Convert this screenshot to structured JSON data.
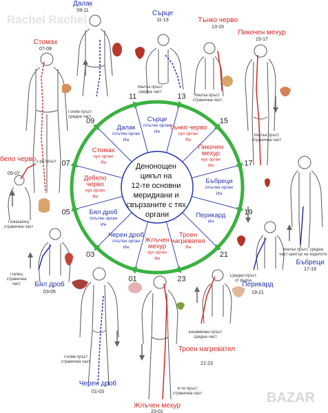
{
  "watermarks": {
    "top_left": "Rachel Rachel",
    "bottom_right": "BAZAR"
  },
  "center_text": [
    "Денонощен",
    "цикъл на",
    "12-те основни",
    "меридиани и",
    "свързаните с тях",
    "органи"
  ],
  "colors": {
    "ring": "#3bb141",
    "yin": "#1f2fb0",
    "yang": "#d62420",
    "body_outline": "#555555",
    "hour_label": "#222222"
  },
  "hours": [
    "01",
    "03",
    "05",
    "07",
    "09",
    "11",
    "13",
    "15",
    "17",
    "19",
    "21",
    "23"
  ],
  "sectors": [
    {
      "name": "Сърце",
      "type": "плътен орган",
      "kind": "Ин",
      "yin": true
    },
    {
      "name": "Тънко черво",
      "type": "кух орган",
      "kind": "Ян",
      "yin": false
    },
    {
      "name": "Пикочен мехур",
      "type": "кух орган",
      "kind": "Ян",
      "yin": false
    },
    {
      "name": "Бъбреци",
      "type": "плътен орган",
      "kind": "Ин",
      "yin": true
    },
    {
      "name": "Перикард",
      "type": "",
      "kind": "Ин",
      "yin": true
    },
    {
      "name": "Троен нагревател",
      "type": "",
      "kind": "Ян",
      "yin": false
    },
    {
      "name": "Жлъчен мехур",
      "type": "кух орган",
      "kind": "Ян",
      "yin": false
    },
    {
      "name": "Черен дроб",
      "type": "плътен орган",
      "kind": "Ин",
      "yin": true
    },
    {
      "name": "Бял дроб",
      "type": "плътен орган",
      "kind": "Ин",
      "yin": true
    },
    {
      "name": "Дебело черво",
      "type": "кух орган",
      "kind": "Ян",
      "yin": false
    },
    {
      "name": "Стомах",
      "type": "кух орган",
      "kind": "Ян",
      "yin": false
    },
    {
      "name": "Далак",
      "type": "плътен орган",
      "kind": "Ин",
      "yin": true
    }
  ],
  "outer_labels": [
    {
      "id": "spleen",
      "name": "Далак",
      "time": "09-11",
      "yin": true
    },
    {
      "id": "heart",
      "name": "Сърце",
      "time": "11-13",
      "yin": true
    },
    {
      "id": "small-intestine",
      "name": "Тънко черво",
      "time": "13-15",
      "yin": false
    },
    {
      "id": "bladder",
      "name": "Пикочен мехур",
      "time": "15-17",
      "yin": false
    },
    {
      "id": "stomach",
      "name": "Стомах",
      "time": "07-09",
      "yin": false
    },
    {
      "id": "large-intestine",
      "name": "Дебело черво",
      "time": "05-07",
      "yin": false
    },
    {
      "id": "kidney",
      "name": "Бъбреци",
      "time": "17-19",
      "yin": true
    },
    {
      "id": "lung",
      "name": "Бял дроб",
      "time": "03-05",
      "yin": true
    },
    {
      "id": "pericardium",
      "name": "Перикард",
      "time": "19-21",
      "yin": true
    },
    {
      "id": "triple-heater",
      "name": "Троен нагревател",
      "time": "21-23",
      "yin": false
    },
    {
      "id": "liver",
      "name": "Черен дроб",
      "time": "01-03",
      "yin": true
    },
    {
      "id": "gallbladder",
      "name": "Жлъчен мехур",
      "time": "23-01",
      "yin": false
    }
  ],
  "notes": [
    {
      "id": "big-toe-mid",
      "text": "Голям пръст средна част"
    },
    {
      "id": "little-finger-mid",
      "text": "Малък пръст средна част"
    },
    {
      "id": "little-finger-side",
      "text": "Малък пръст странична част"
    },
    {
      "id": "little-toe-side",
      "text": "Малък пръст странична част"
    },
    {
      "id": "second-toe",
      "text": "2-ри пръст"
    },
    {
      "id": "index-finger",
      "text": "Показалец странична част"
    },
    {
      "id": "little-toe-sole",
      "text": "Малък пръст, средна част център на ходилото"
    },
    {
      "id": "thumb",
      "text": "Палец странична част"
    },
    {
      "id": "middle-finger",
      "text": "Среден пръст от върха"
    },
    {
      "id": "ring-finger",
      "text": "Безименен пръст средна част"
    },
    {
      "id": "big-toe-side",
      "text": "Голям пръст странична част"
    },
    {
      "id": "fourth-toe",
      "text": "4-ти пръст странична част"
    }
  ]
}
